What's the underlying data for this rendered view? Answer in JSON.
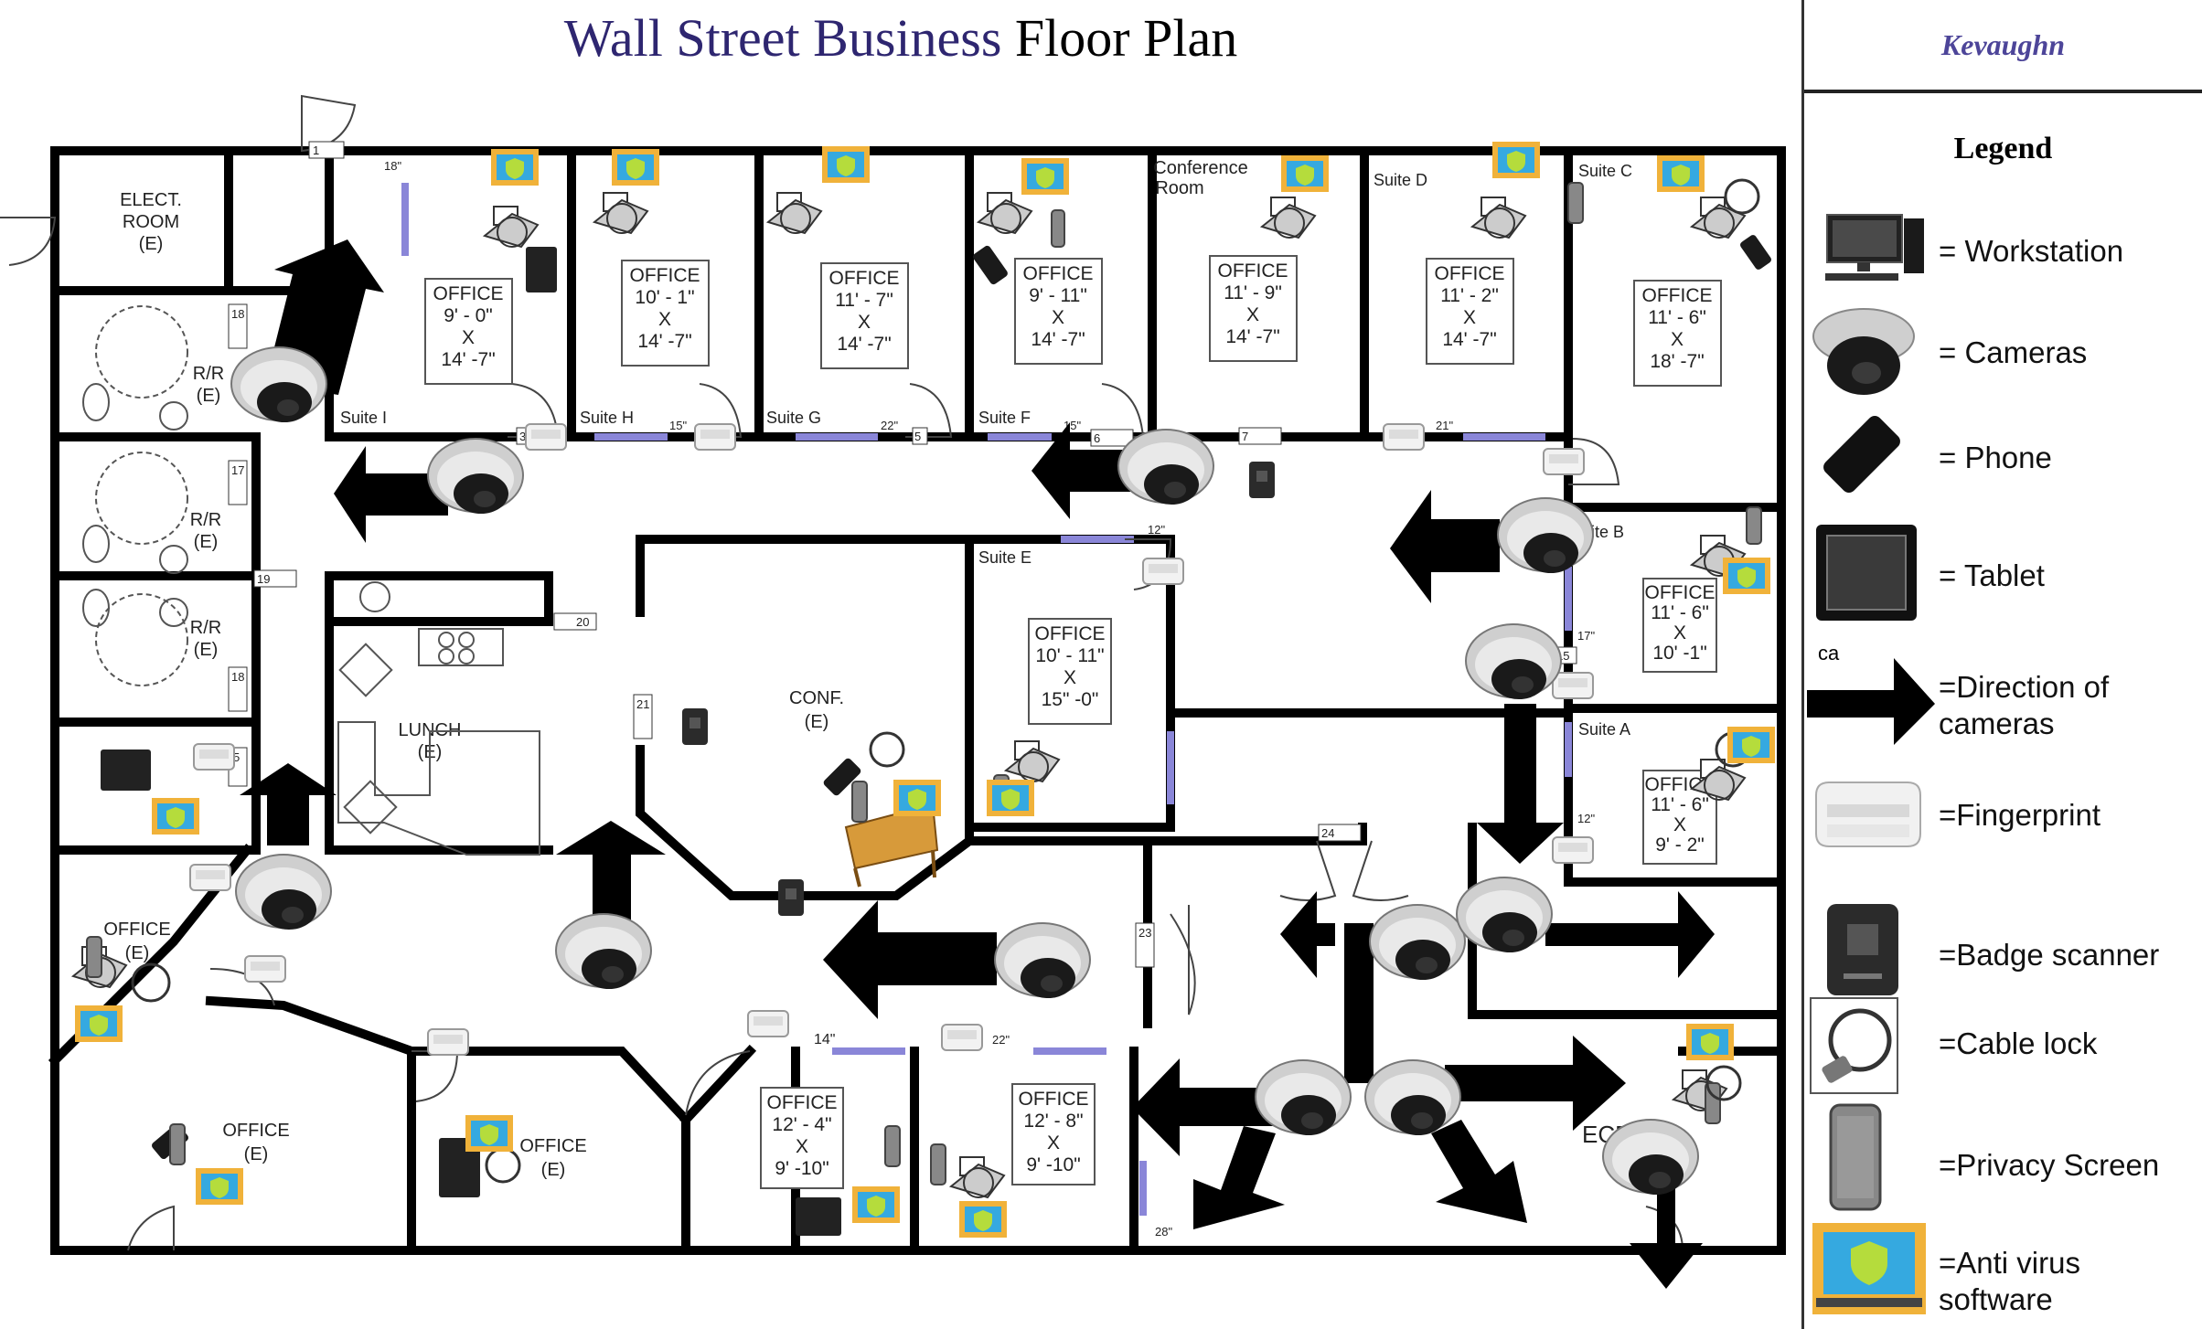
{
  "title": {
    "part1": "Wall Street Business",
    "part2": " Floor Plan"
  },
  "author": "Kevaughn",
  "legend": {
    "heading": "Legend",
    "items": [
      {
        "icon": "workstation-icon",
        "label": "= Workstation"
      },
      {
        "icon": "camera-icon",
        "label": "= Cameras"
      },
      {
        "icon": "phone-icon",
        "label": "= Phone"
      },
      {
        "icon": "tablet-icon",
        "label": "= Tablet"
      },
      {
        "icon": "direction-arrow-icon",
        "label": "=Direction of cameras"
      },
      {
        "icon": "fingerprint-icon",
        "label": "=Fingerprint"
      },
      {
        "icon": "badge-scanner-icon",
        "label": "=Badge scanner"
      },
      {
        "icon": "cable-lock-icon",
        "label": "=Cable lock"
      },
      {
        "icon": "privacy-screen-icon",
        "label": "=Privacy Screen"
      },
      {
        "icon": "antivirus-icon",
        "label": "=Anti virus software"
      }
    ],
    "stray_text": "ca"
  },
  "rooms": {
    "elect": "ELECT.\nROOM\n(E)",
    "rr": "R/R\n(E)",
    "lunch": "LUNCH\n(E)",
    "conf": "CONF.\n(E)",
    "office_e": "OFFICE\n(E)",
    "conference_room": "Conference\nRoom",
    "suite_i": "Suite I",
    "suite_h": "Suite H",
    "suite_g": "Suite G",
    "suite_f": "Suite F",
    "suite_e": "Suite E",
    "suite_d": "Suite D",
    "suite_c": "Suite C",
    "suite_b": "uite B",
    "suite_a": "Suite A",
    "recep": "ECEP",
    "office_i": "OFFICE\n9' - 0\"\nX\n14' -7\"",
    "office_h": "OFFICE\n10' - 1\"\nX\n14' -7\"",
    "office_g": "OFFICE\n11' - 7\"\nX\n14' -7\"",
    "office_f": "OFFICE\n9' - 11\"\nX\n14' -7\"",
    "office_conf": "OFFICE\n11' - 9\"\nX\n14' -7\"",
    "office_d": "OFFICE\n11' - 2\"\nX\n14' -7\"",
    "office_c": "OFFICE\n11' - 6\"\nX\n18' -7\"",
    "office_b": "OFFICE\n11' - 6\"\nX\n10' -1\"",
    "office_a": "OFFICE\n11' - 6\"\nX\n9' - 2\"",
    "office_e2": "OFFICE\n10' - 11\"\nX\n15\" -0\"",
    "office_bl": "OFFICE\n12' - 4\"\nX\n9' -10\"",
    "office_br": "OFFICE\n12' - 8\"\nX\n9' -10\""
  },
  "tags": {
    "t1": "1",
    "t17": "17",
    "t18": "18",
    "t19": "19",
    "t20": "20",
    "t21": "21",
    "t23": "23",
    "t24": "24",
    "t5": "5",
    "t6": "6",
    "t7": "7",
    "t3": "3",
    "t15": "15"
  },
  "dims": {
    "d18": "18\"",
    "d15": "15\"",
    "d22": "22\"",
    "d21": "21\"",
    "d12": "12\"",
    "d17": "17\"",
    "d14": "14\"",
    "d28": "28\""
  },
  "colors": {
    "wall": "#000000",
    "window": "#8a86d8",
    "antivirus_frame": "#f0b23a",
    "antivirus_shield": "#b5dc3c",
    "title_blue": "#2e2670",
    "author": "#4d4599"
  }
}
